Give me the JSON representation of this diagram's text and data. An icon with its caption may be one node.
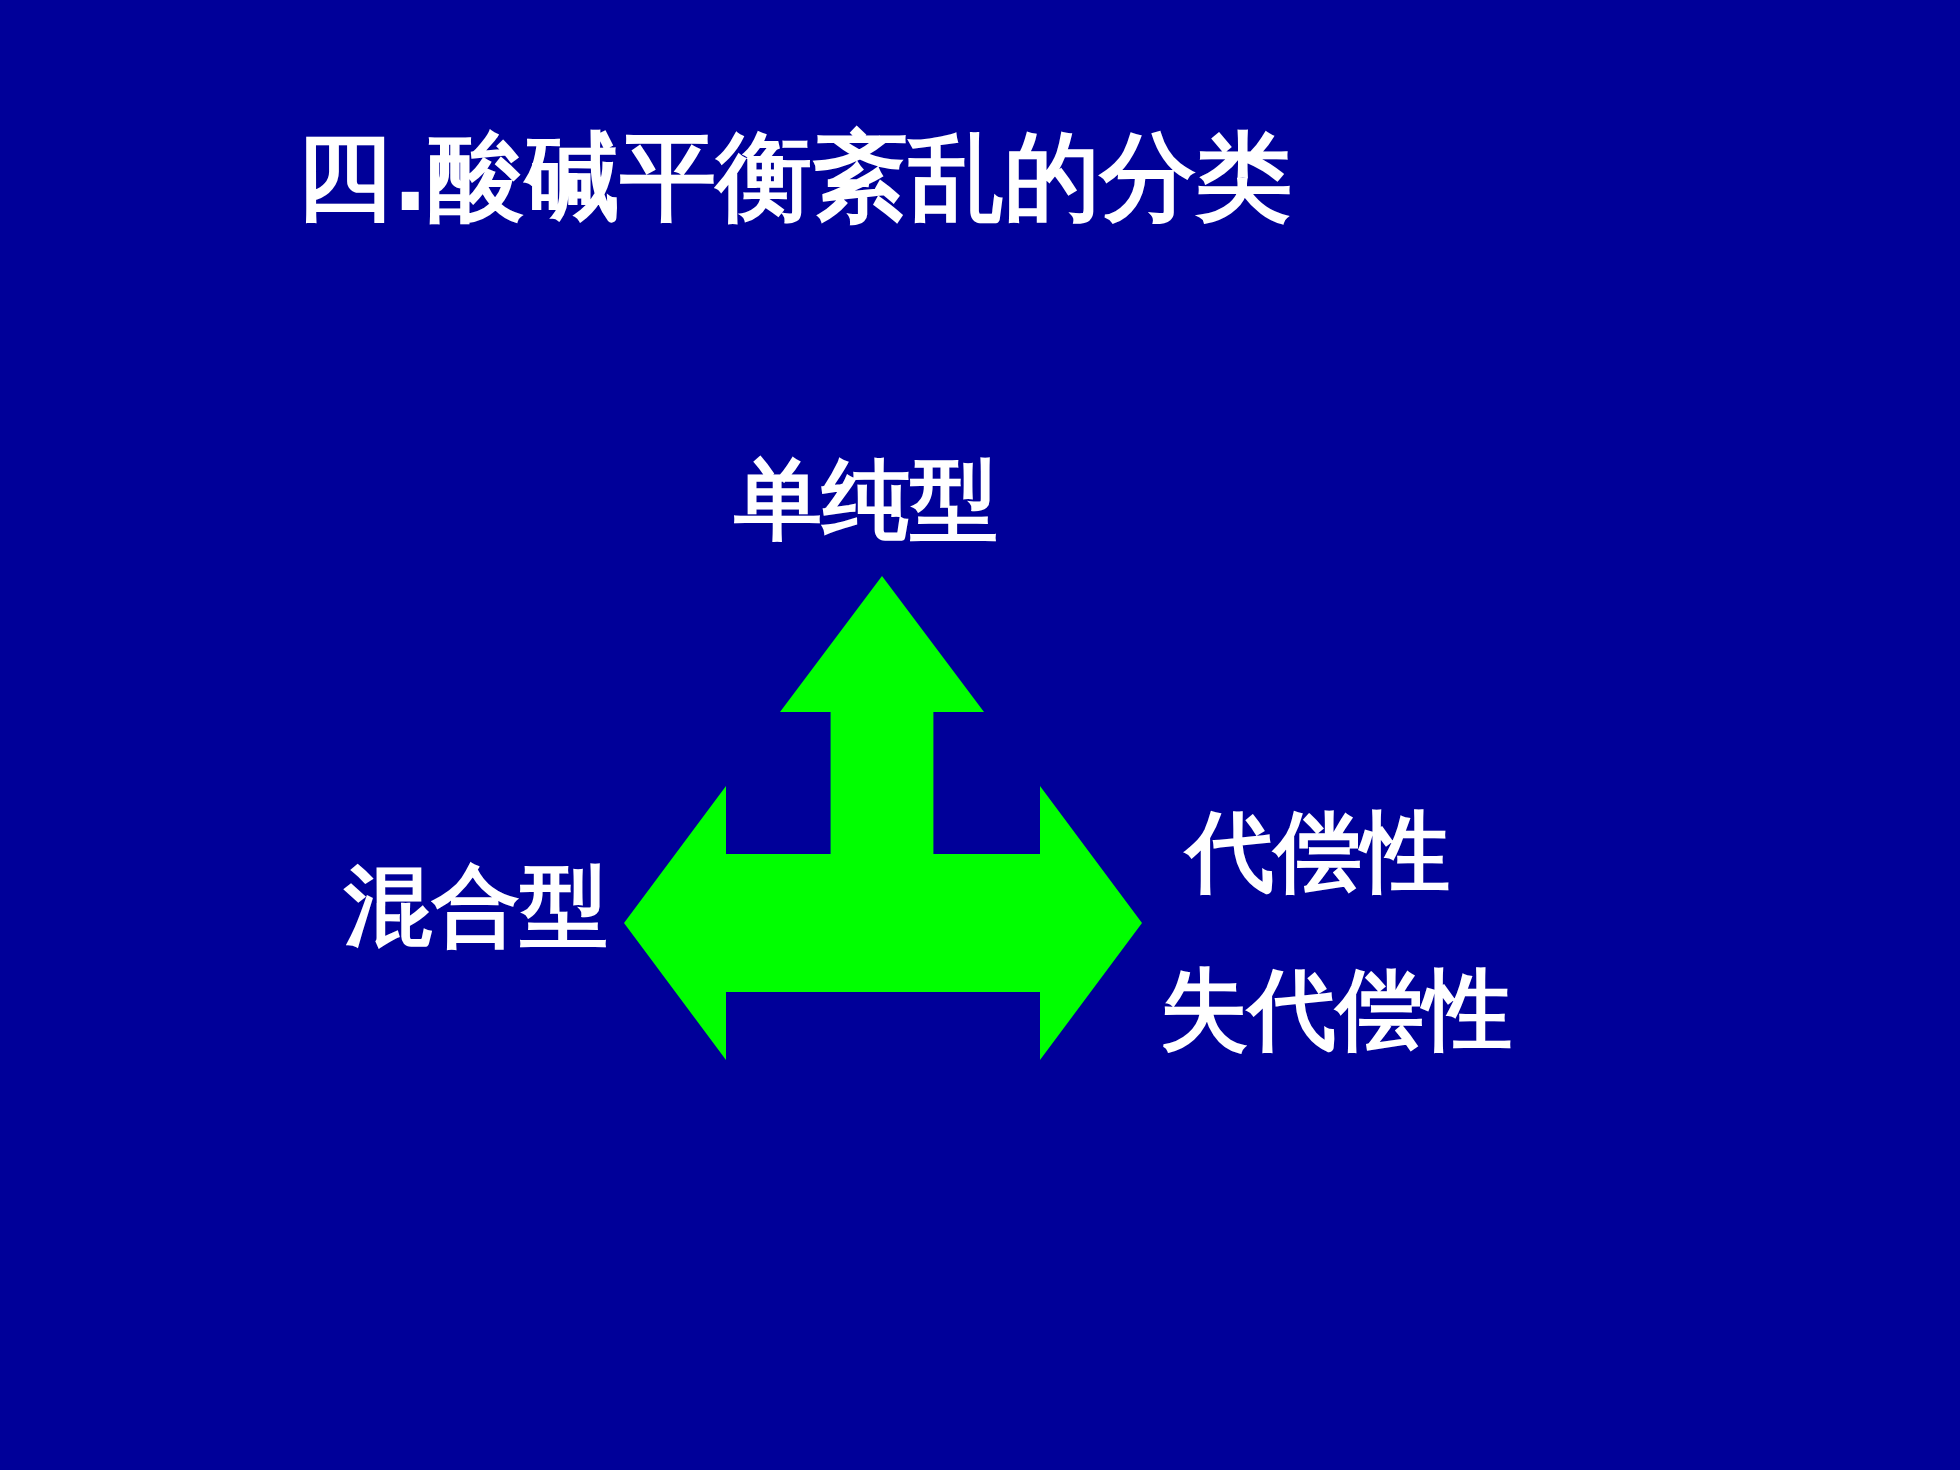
{
  "diagram": {
    "title": "四.酸碱平衡紊乱的分类",
    "nodes": [
      {
        "text": [
          "单纯型"
        ]
      },
      {
        "text": [
          "混合型"
        ]
      },
      {
        "text": [
          "代偿性"
        ]
      },
      {
        "text": [
          "失代偿性"
        ]
      }
    ],
    "edges": [
      {
        "from": null,
        "to": 0,
        "arrow": "to"
      },
      {
        "from": null,
        "to": 1,
        "arrow": "to"
      },
      {
        "from": null,
        "to": 2,
        "arrow": "to"
      },
      {
        "from": null,
        "to": 3,
        "arrow": "to"
      }
    ]
  }
}
